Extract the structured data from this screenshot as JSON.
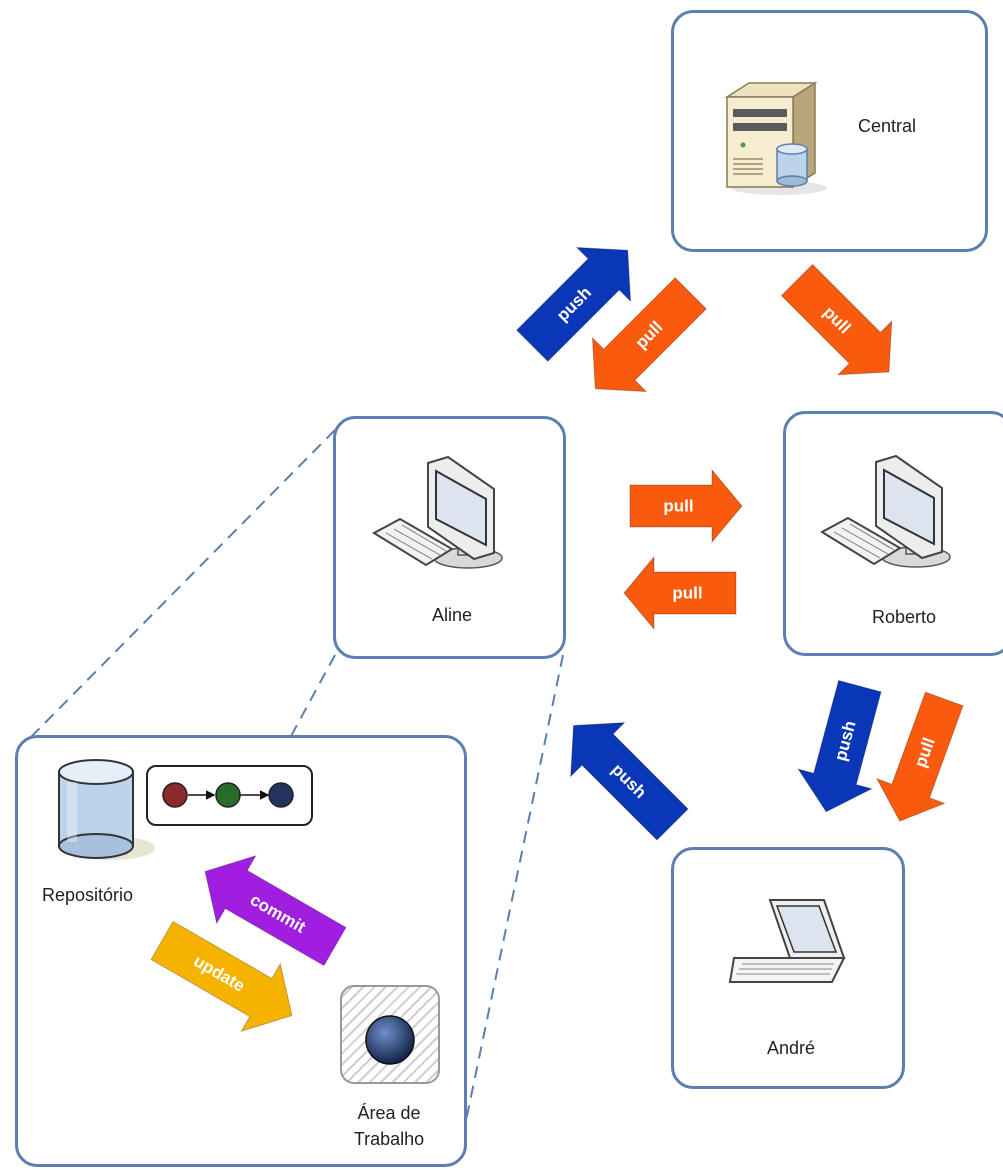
{
  "nodes": {
    "central": {
      "label": "Central",
      "icon": "server-icon"
    },
    "aline": {
      "label": "Aline",
      "icon": "desktop-computer-icon"
    },
    "roberto": {
      "label": "Roberto",
      "icon": "desktop-computer-icon"
    },
    "andre": {
      "label": "André",
      "icon": "laptop-icon"
    }
  },
  "detail": {
    "repository_label": "Repositório",
    "workspace_label_line1": "Área de",
    "workspace_label_line2": "Trabalho",
    "history_commits": 3,
    "history_colors": [
      "#8b2a2a",
      "#2a6b2a",
      "#22335f"
    ]
  },
  "arrows": {
    "push": "push",
    "pull": "pull",
    "commit": "commit",
    "update": "update"
  },
  "colors": {
    "push": "#0a36b8",
    "pull": "#fa5a0e",
    "commit": "#9f1ee0",
    "update": "#f5b300",
    "border": "#5b7fae"
  }
}
